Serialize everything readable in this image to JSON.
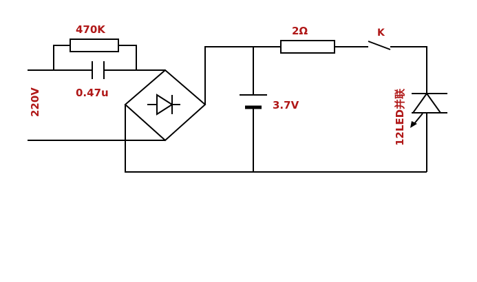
{
  "labels": {
    "resistor_470k": "470K",
    "capacitor": "0.47u",
    "mains_voltage": "220V",
    "resistor_2ohm": "2Ω",
    "switch": "K",
    "battery": "3.7V",
    "led": "12LED并联"
  },
  "colors": {
    "label": "#b01818",
    "wire": "#000000",
    "background": "#ffffff"
  }
}
